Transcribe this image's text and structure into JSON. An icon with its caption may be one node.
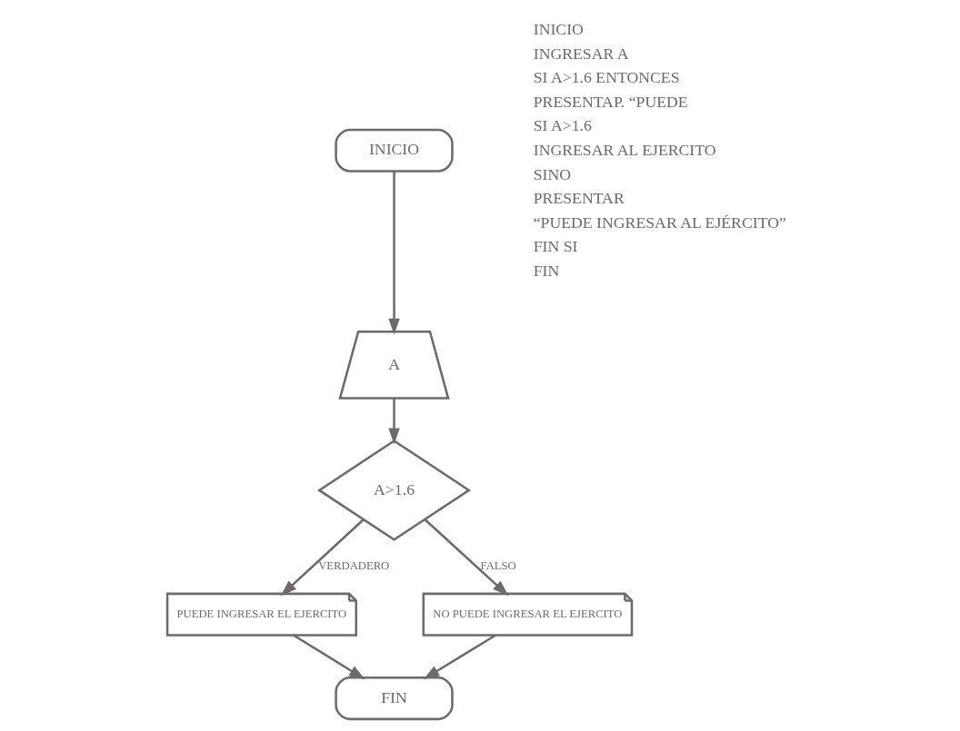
{
  "diagram": {
    "nodes": [
      {
        "text": [
          "INICIO"
        ]
      },
      {
        "text": [
          "A"
        ]
      },
      {
        "text": [
          "A>1.6"
        ]
      },
      {
        "text": [
          "PUEDE INGRESAR EL EJERCITO"
        ]
      },
      {
        "text": [
          "NO PUEDE INGRESAR EL EJERCITO"
        ]
      },
      {
        "text": [
          "FIN"
        ]
      }
    ],
    "edges": [
      {
        "from": 0,
        "to": 1,
        "arrow": "to"
      },
      {
        "from": 1,
        "to": 2,
        "arrow": "to"
      },
      {
        "from": 2,
        "to": 3,
        "arrow": "to",
        "label": "VERDADERO"
      },
      {
        "from": 2,
        "to": 4,
        "arrow": "to",
        "label": "FALSO"
      },
      {
        "from": 3,
        "to": 5,
        "arrow": "to"
      },
      {
        "from": 4,
        "to": 5,
        "arrow": "to"
      }
    ],
    "labels": [
      "INICIO",
      "INGRESAR A",
      "SI A>1.6 ENTONCES",
      "PRESENTAP. “PUEDE",
      "SI A>1.6",
      "INGRESAR AL EJERCITO",
      "SINO",
      "PRESENTAR",
      "“PUEDE INGRESAR AL EJÉRCITO”",
      "FIN SI",
      "FIN"
    ]
  }
}
